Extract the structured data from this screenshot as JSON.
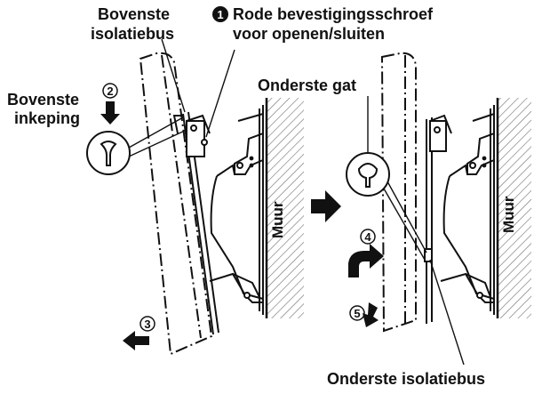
{
  "labels": {
    "top_insulation_bushing_line1": "Bovenste",
    "top_insulation_bushing_line2": "isolatiebus",
    "red_screw_marker": "1",
    "red_screw_line1": "Rode bevestigingsschroef",
    "red_screw_line2": "voor openen/sluiten",
    "top_notch_line1": "Bovenste",
    "top_notch_line2": "inkeping",
    "bottom_hole": "Onderste gat",
    "bottom_insulation_bushing": "Onderste isolatiebus",
    "wall_left": "Muur",
    "wall_right": "Muur"
  },
  "steps": {
    "step2": "2",
    "step3": "3",
    "step4": "4",
    "step5": "5"
  },
  "colors": {
    "ink": "#111111",
    "hatch": "#6e6e6e",
    "background": "#ffffff"
  },
  "icons": {
    "down-arrow": "step 2 direction",
    "left-arrow": "step 3 direction",
    "curved-arrow": "step 4 direction",
    "diagonal-down-arrow": "step 5 direction",
    "right-arrow": "sequence arrow"
  }
}
